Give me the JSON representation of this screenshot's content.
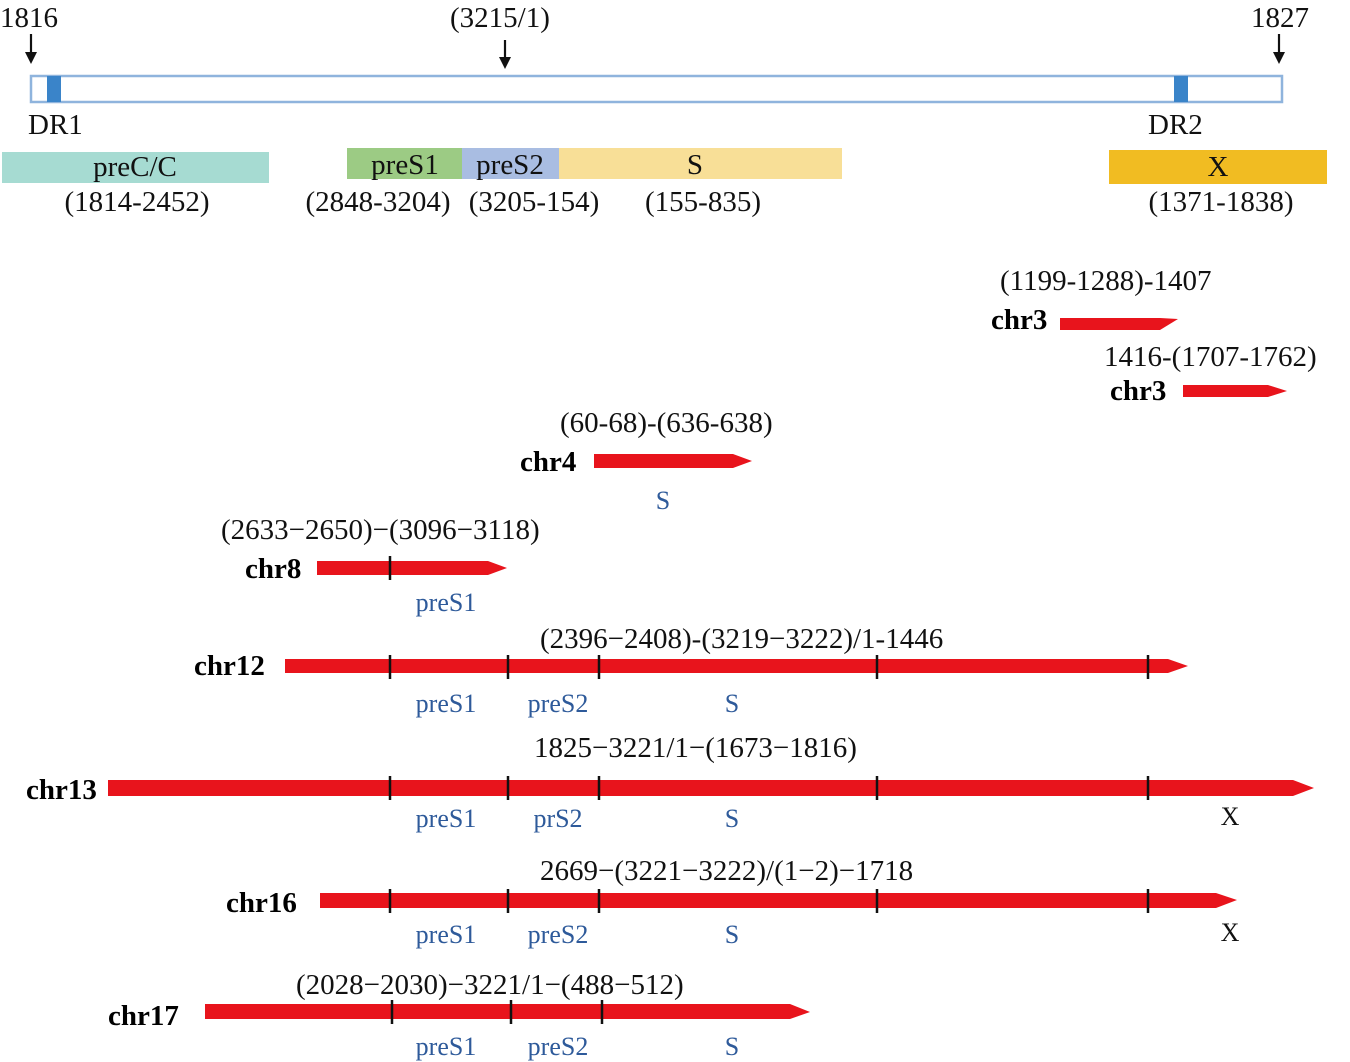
{
  "genome": {
    "left_position": "1816",
    "middle_position": "(3215/1)",
    "right_position": "1827",
    "dr1_label": "DR1",
    "dr2_label": "DR2",
    "bar_stroke_color": "#8fb4dd",
    "dr_color": "#3a84c9"
  },
  "genes": [
    {
      "name": "preC/C",
      "range": "(1814-2452)",
      "color": "#a6dbd2"
    },
    {
      "name": "preS1",
      "range": "(2848-3204)",
      "color": "#9ccb84"
    },
    {
      "name": "preS2",
      "range": "(3205-154)",
      "color": "#a9bde2"
    },
    {
      "name": "S",
      "range": "(155-835)",
      "color": "#f8df97"
    },
    {
      "name": "X",
      "range": "(1371-1838)",
      "color": "#f1bc22"
    }
  ],
  "arrow_color": "#e8141c",
  "integrations": [
    {
      "chr": "chr3",
      "coords": "(1199-1288)-1407",
      "domains": [],
      "x_label": ""
    },
    {
      "chr": "chr3",
      "coords": "1416-(1707-1762)",
      "domains": [],
      "x_label": ""
    },
    {
      "chr": "chr4",
      "coords": "(60-68)-(636-638)",
      "domains": [
        "S"
      ],
      "x_label": ""
    },
    {
      "chr": "chr8",
      "coords": "(2633−2650)−(3096−3118)",
      "domains": [
        "preS1"
      ],
      "x_label": ""
    },
    {
      "chr": "chr12",
      "coords": "(2396−2408)-(3219−3222)/1-1446",
      "domains": [
        "preS1",
        "preS2",
        "S"
      ],
      "x_label": ""
    },
    {
      "chr": "chr13",
      "coords": "1825−3221/1−(1673−1816)",
      "domains": [
        "preS1",
        "prS2",
        "S"
      ],
      "x_label": "X"
    },
    {
      "chr": "chr16",
      "coords": "2669−(3221−3222)/(1−2)−1718",
      "domains": [
        "preS1",
        "preS2",
        "S"
      ],
      "x_label": "X"
    },
    {
      "chr": "chr17",
      "coords": "(2028−2030)−3221/1−(488−512)",
      "domains": [
        "preS1",
        "preS2",
        "S"
      ],
      "x_label": ""
    }
  ]
}
